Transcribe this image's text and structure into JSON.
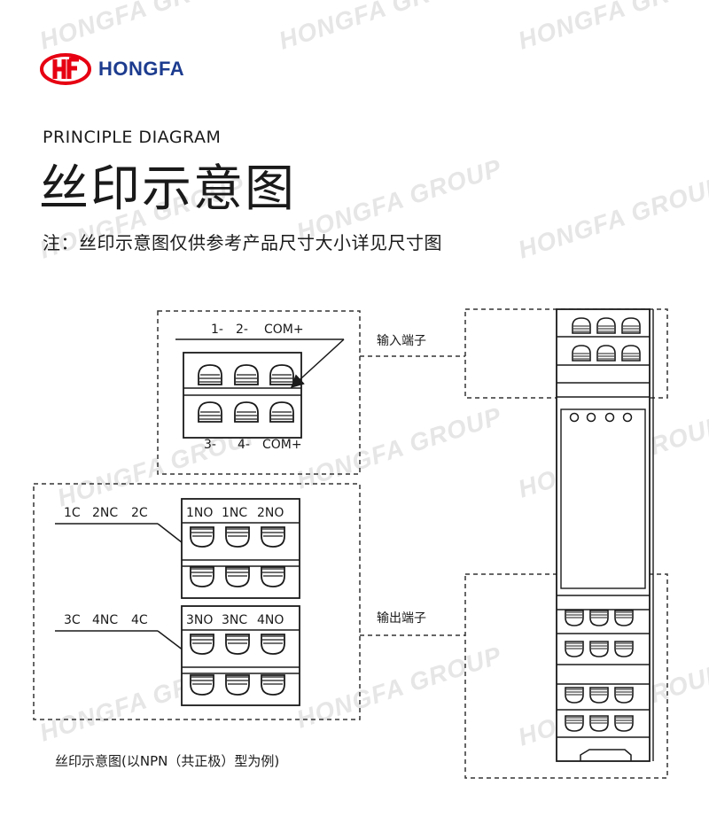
{
  "brand": {
    "logo_text": "HONGFA",
    "logo_color": "#e60012",
    "text_color": "#1d3c8f",
    "watermark_text": "HONGFA GROUP"
  },
  "header": {
    "subtitle": "PRINCIPLE DIAGRAM",
    "title": "丝印示意图",
    "note": "注：丝印示意图仅供参考产品尺寸大小详见尺寸图"
  },
  "diagram": {
    "input_top_labels": [
      "1-",
      "2-",
      "COM+"
    ],
    "input_bottom_labels": [
      "3-",
      "4-",
      "COM+"
    ],
    "output_group1_left": [
      "1C",
      "2NC",
      "2C"
    ],
    "output_group1_right": [
      "1NO",
      "1NC",
      "2NO"
    ],
    "output_group2_left": [
      "3C",
      "4NC",
      "4C"
    ],
    "output_group2_right": [
      "3NO",
      "3NC",
      "4NO"
    ],
    "input_terminal_label": "输入端子",
    "output_terminal_label": "输出端子",
    "caption": "丝印示意图(以NPN（共正极）型为例)"
  }
}
